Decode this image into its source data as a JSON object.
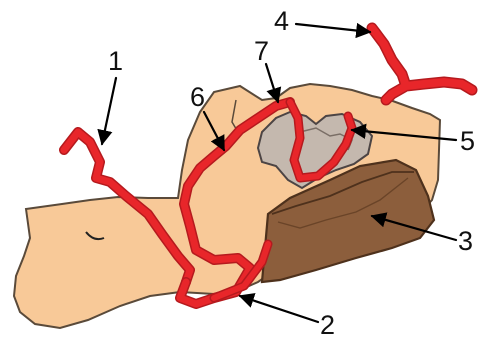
{
  "colors": {
    "background": "#ffffff",
    "skin": "#f8c998",
    "skin_outline": "#5a4a3a",
    "vessel_red": "#e8262a",
    "vessel_dark": "#b51a1e",
    "mass_brown": "#8c5e3c",
    "mass_outline": "#4e311c",
    "grey_region": "#c4b8ae",
    "grey_outline": "#4c4444"
  },
  "labels": [
    {
      "id": "1",
      "text": "1"
    },
    {
      "id": "2",
      "text": "2"
    },
    {
      "id": "3",
      "text": "3"
    },
    {
      "id": "4",
      "text": "4"
    },
    {
      "id": "5",
      "text": "5"
    },
    {
      "id": "6",
      "text": "6"
    },
    {
      "id": "7",
      "text": "7"
    }
  ]
}
